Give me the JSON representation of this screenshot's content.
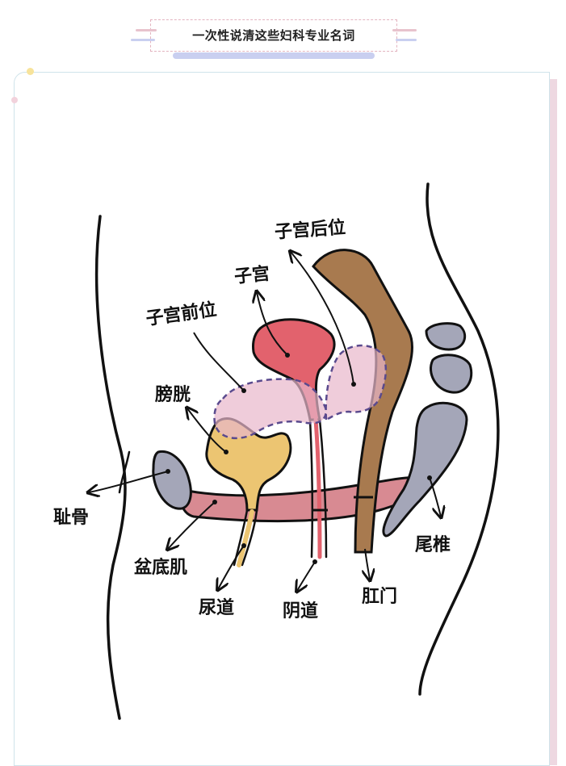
{
  "header": {
    "title": "一次性说清这些妇科专业名词"
  },
  "diagram": {
    "labels": {
      "uterus_retroverted": "子宫后位",
      "uterus": "子宫",
      "uterus_anteverted": "子宫前位",
      "bladder": "膀胱",
      "pubic_bone": "耻骨",
      "pelvic_floor": "盆底肌",
      "urethra": "尿道",
      "vagina": "阴道",
      "anus": "肛门",
      "coccyx": "尾椎"
    }
  },
  "colors": {
    "uterus": "#e2626d",
    "bladder": "#ecc572",
    "rectum": "#a87a4f",
    "pelvic_floor": "#d88a92",
    "bone": "#a4a6b8",
    "ghost_uterus": "#e8b7cb",
    "ghost_outline": "#5a4a8e"
  }
}
